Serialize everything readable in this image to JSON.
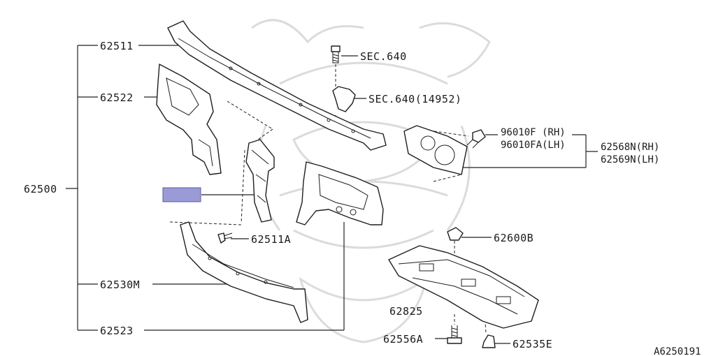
{
  "labels": {
    "p62511": "62511",
    "p62522": "62522",
    "p62500": "62500",
    "p62530M": "62530M",
    "p62523": "62523",
    "p62511A": "62511A",
    "sec640": "SEC.640",
    "sec640b": "SEC.640(14952)",
    "p96010F": "96010F  (RH)",
    "p96010FA": "96010FA(LH)",
    "p62568N": "62568N(RH)",
    "p62569N": "62569N(LH)",
    "p62600B": "62600B",
    "p62825": "62825",
    "p62556A": "62556A",
    "p62535E": "62535E",
    "diagram_code": "A6250191"
  },
  "highlight_color": "#9a9ad6",
  "highlight_border": "#5a5aa8"
}
